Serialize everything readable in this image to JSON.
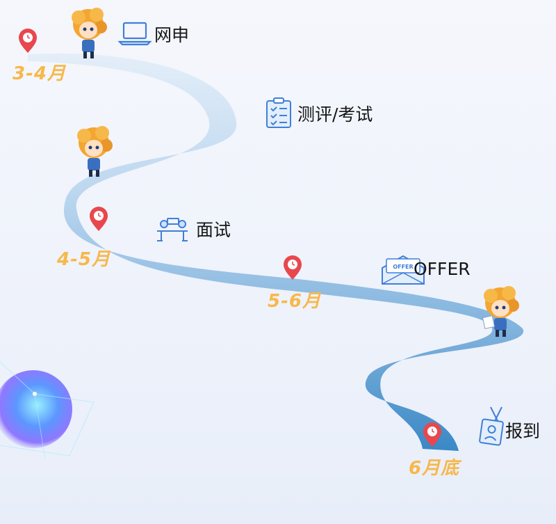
{
  "steps": [
    {
      "label": "网申",
      "icon": "laptop-icon"
    },
    {
      "label": "测评/考试",
      "icon": "clipboard-checklist-icon"
    },
    {
      "label": "面试",
      "icon": "meeting-table-icon"
    },
    {
      "label": "OFFER",
      "icon": "offer-envelope-icon"
    },
    {
      "label": "报到",
      "icon": "id-badge-icon"
    }
  ],
  "offer_badge_text": "OFFER",
  "dates": [
    "3-4月",
    "4-5月",
    "5-6月",
    "6月底"
  ],
  "colors": {
    "path_light": "#d6e6f6",
    "path_dark": "#3d8ac8",
    "pin": "#e8474d",
    "date": "#f7b84a",
    "icon": "#3f7fd9",
    "text": "#151515"
  }
}
